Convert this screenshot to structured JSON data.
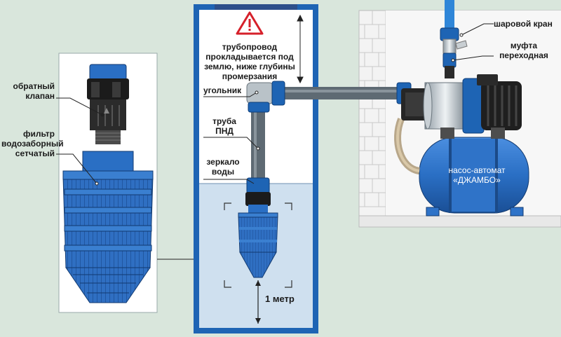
{
  "labels": {
    "check_valve": [
      "обратный",
      "клапан"
    ],
    "filter": [
      "фильтр",
      "водозаборный",
      "сетчатый"
    ],
    "pipe_note": [
      "трубопровод",
      "прокладывается под",
      "землю, ниже глубины",
      "промерзания"
    ],
    "elbow": "угольник",
    "pipe": [
      "труба",
      "ПНД"
    ],
    "water_level": [
      "зеркало",
      "воды"
    ],
    "ball_valve": "шаровой кран",
    "coupling": [
      "муфта",
      "переходная"
    ],
    "pump": [
      "насос-автомат",
      "«ДЖАМБО»"
    ],
    "depth": "1 метр"
  },
  "colors": {
    "background": "#d9e6dc",
    "pipe_blue": "#1e64b4",
    "tank_blue": "#2a6fc4",
    "filter_blue": "#3a78c8",
    "water": "#cfe0ef",
    "warning_red": "#d6202a",
    "pipe_grey": "#5e6a73"
  },
  "icons": {
    "warning": "warning-triangle-icon"
  }
}
